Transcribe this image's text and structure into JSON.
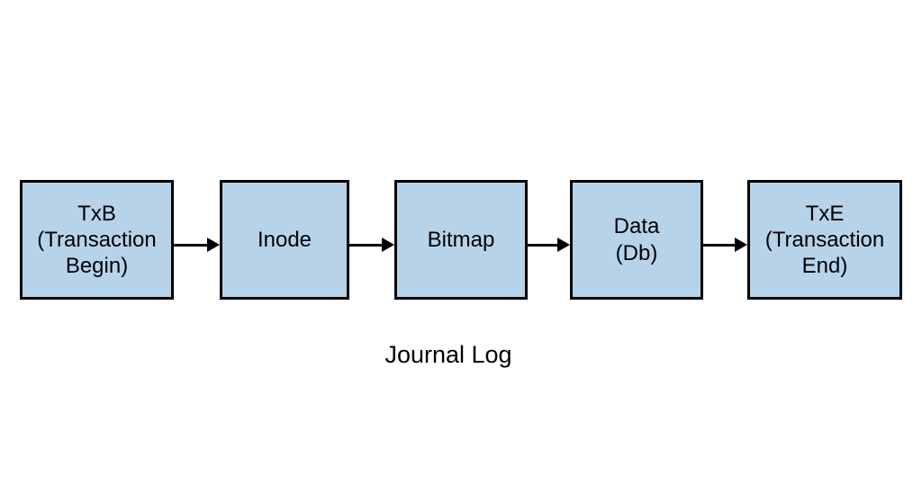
{
  "diagram": {
    "caption": "Journal Log",
    "nodes": [
      {
        "id": "txb",
        "label": "TxB\n(Transaction\nBegin)"
      },
      {
        "id": "inode",
        "label": "Inode"
      },
      {
        "id": "bitmap",
        "label": "Bitmap"
      },
      {
        "id": "data",
        "label": "Data\n(Db)"
      },
      {
        "id": "txe",
        "label": "TxE\n(Transaction\nEnd)"
      }
    ],
    "arrows": [
      {
        "from": "txb",
        "to": "inode"
      },
      {
        "from": "inode",
        "to": "bitmap"
      },
      {
        "from": "bitmap",
        "to": "data"
      },
      {
        "from": "data",
        "to": "txe"
      }
    ],
    "colors": {
      "node_fill": "#b7d3ea",
      "node_border": "#000000",
      "text": "#000000",
      "background": "#ffffff"
    }
  }
}
